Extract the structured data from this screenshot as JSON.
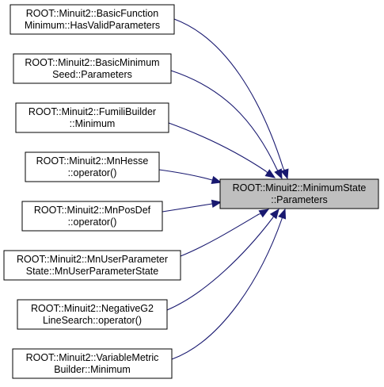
{
  "target": {
    "line1": "ROOT::Minuit2::MinimumState",
    "line2": "::Parameters"
  },
  "callers": [
    {
      "line1": "ROOT::Minuit2::BasicFunction",
      "line2": "Minimum::HasValidParameters"
    },
    {
      "line1": "ROOT::Minuit2::BasicMinimum",
      "line2": "Seed::Parameters"
    },
    {
      "line1": "ROOT::Minuit2::FumiliBuilder",
      "line2": "::Minimum"
    },
    {
      "line1": "ROOT::Minuit2::MnHesse",
      "line2": "::operator()"
    },
    {
      "line1": "ROOT::Minuit2::MnPosDef",
      "line2": "::operator()"
    },
    {
      "line1": "ROOT::Minuit2::MnUserParameter",
      "line2": "State::MnUserParameterState"
    },
    {
      "line1": "ROOT::Minuit2::NegativeG2",
      "line2": "LineSearch::operator()"
    },
    {
      "line1": "ROOT::Minuit2::VariableMetric",
      "line2": "Builder::Minimum"
    }
  ],
  "colors": {
    "edge": "#191970",
    "target_fill": "#bfbfbf",
    "node_fill": "#ffffff",
    "border": "#000000"
  }
}
